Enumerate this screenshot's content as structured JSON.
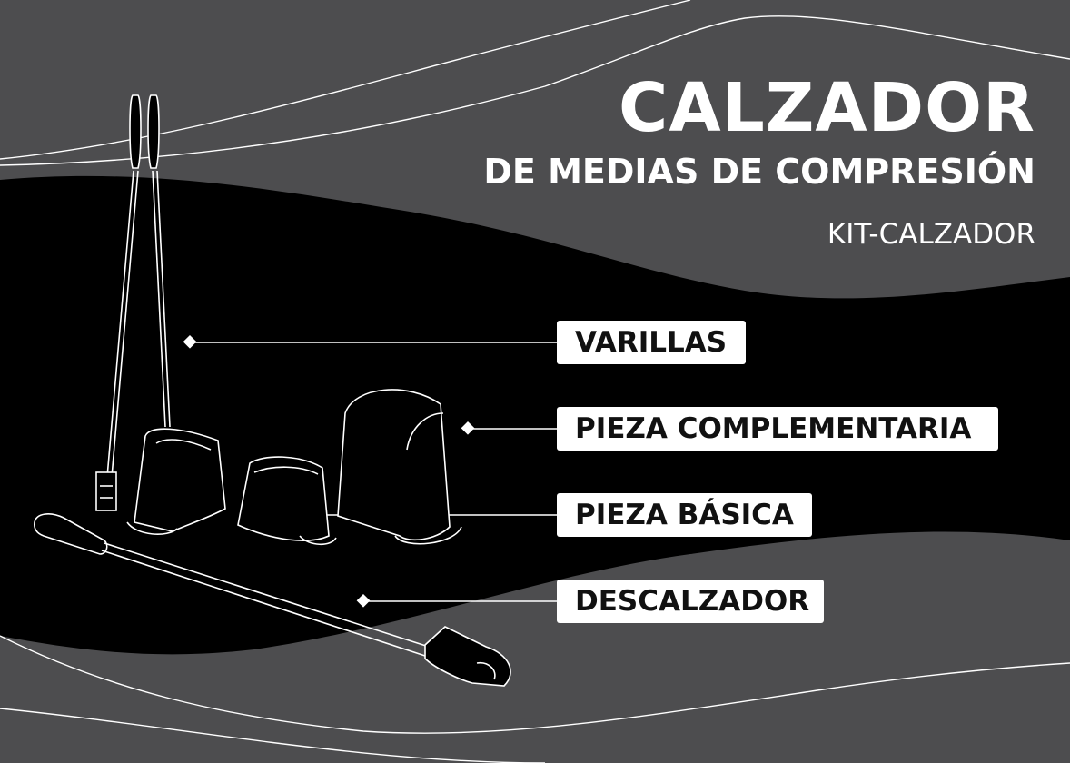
{
  "header": {
    "title": "CALZADOR",
    "subtitle": "DE MEDIAS DE COMPRESIÓN",
    "code": "KIT-CALZADOR"
  },
  "labels": {
    "varillas": "VARILLAS",
    "complementaria": "PIEZA COMPLEMENTARIA",
    "basica": "PIEZA BÁSICA",
    "descalzador": "DESCALZADOR"
  },
  "colors": {
    "background": "#4d4d4f",
    "band": "#000000",
    "line": "#ffffff",
    "label_bg": "#ffffff",
    "label_text": "#111111"
  }
}
